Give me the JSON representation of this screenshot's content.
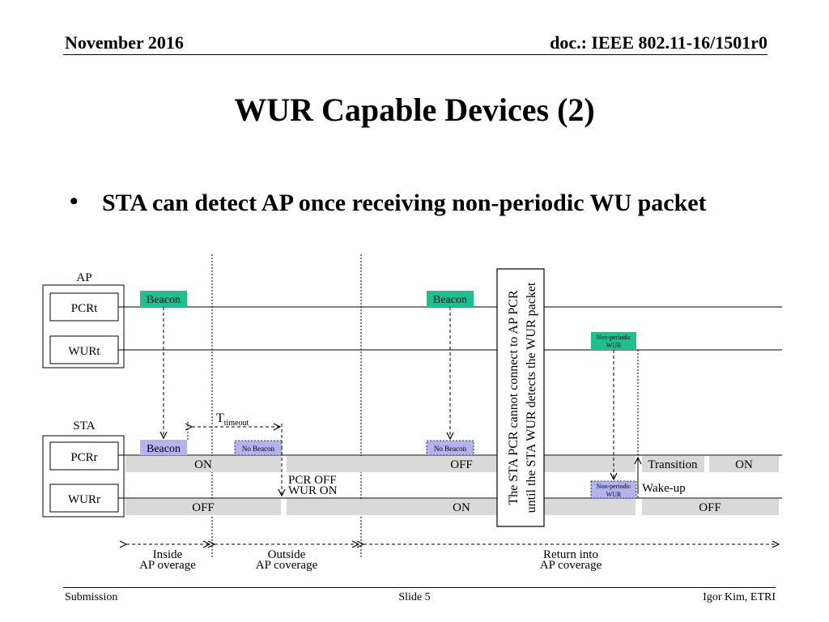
{
  "header": {
    "date": "November 2016",
    "doc": "doc.: IEEE 802.11-16/1501r0"
  },
  "title": "WUR Capable Devices (2)",
  "bullet": {
    "marker": "•",
    "text": "STA can detect AP once receiving non-periodic WU packet"
  },
  "diagram": {
    "ap_label": "AP",
    "sta_label": "STA",
    "pcrt": "PCRt",
    "wurt": "WURt",
    "pcrr": "PCRr",
    "wurr": "WURr",
    "beacon": "Beacon",
    "no_beacon": "No Beacon",
    "t_main": "T",
    "t_sub": "timeout",
    "np_wur_1": "Non-periodic",
    "np_wur_2": "WUR",
    "on": "ON",
    "off": "OFF",
    "transition": "Transition",
    "wake_up": "Wake-up",
    "pcr_off": "PCR OFF",
    "wur_on": "WUR ON",
    "vertical_note_1": "The STA PCR cannot connect to AP PCR",
    "vertical_note_2": "until the STA WUR detects the WUR packet",
    "region_inside_1": "Inside",
    "region_inside_2": "AP overage",
    "region_outside_1": "Outside",
    "region_outside_2": "AP coverage",
    "region_return_1": "Return into",
    "region_return_2": "AP coverage",
    "colors": {
      "ap_frame": "#1fbf8f",
      "sta_frame": "#b3b3ef",
      "state_bar": "#d9d9d9"
    }
  },
  "footer": {
    "left": "Submission",
    "center": "Slide 5",
    "right": "Igor Kim, ETRI"
  }
}
